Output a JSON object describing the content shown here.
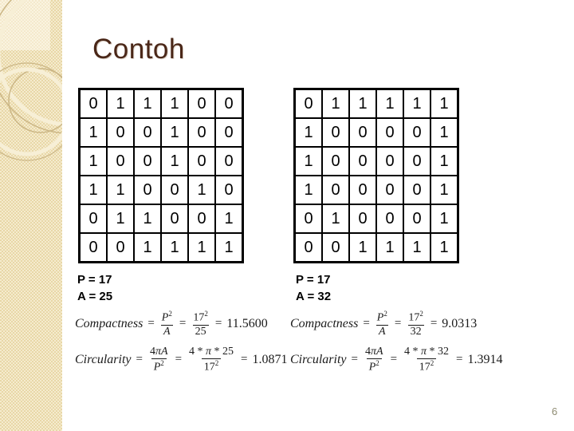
{
  "slide": {
    "title": "Contoh",
    "page_number": "6"
  },
  "symbols": {
    "equals": "="
  },
  "colors": {
    "title": "#4A2718",
    "sidebar_base": "#E8D7A7",
    "sidebar_check": "#F1E8CC",
    "sidebar_square": "#F4ECD3",
    "circle_cream": "#F7EFD6",
    "circle_tan": "#CBB685",
    "table_border": "#000000",
    "formula_text": "#1B1B1B",
    "page_number": "#8E8B72"
  },
  "matrices": {
    "left": {
      "grid": [
        [
          0,
          1,
          1,
          1,
          0,
          0
        ],
        [
          1,
          0,
          0,
          1,
          0,
          0
        ],
        [
          1,
          0,
          0,
          1,
          0,
          0
        ],
        [
          1,
          1,
          0,
          0,
          1,
          0
        ],
        [
          0,
          1,
          1,
          0,
          0,
          1
        ],
        [
          0,
          0,
          1,
          1,
          1,
          1
        ]
      ],
      "perimeter_label": "P = 17",
      "area_label": "A = 25",
      "formulas": [
        {
          "name": "Compactness",
          "terms": [
            {
              "num": "P^2",
              "den": "A"
            },
            {
              "num": "17^2",
              "den": "25"
            }
          ],
          "result": "11.5600"
        },
        {
          "name": "Circularity",
          "terms": [
            {
              "num": "4πA",
              "den": "P^2"
            },
            {
              "num": "4 * π * 25",
              "den": "17^2"
            }
          ],
          "result": "1.0871"
        }
      ]
    },
    "right": {
      "grid": [
        [
          0,
          1,
          1,
          1,
          1,
          1
        ],
        [
          1,
          0,
          0,
          0,
          0,
          1
        ],
        [
          1,
          0,
          0,
          0,
          0,
          1
        ],
        [
          1,
          0,
          0,
          0,
          0,
          1
        ],
        [
          0,
          1,
          0,
          0,
          0,
          1
        ],
        [
          0,
          0,
          1,
          1,
          1,
          1
        ]
      ],
      "perimeter_label": "P = 17",
      "area_label": "A = 32",
      "formulas": [
        {
          "name": "Compactness",
          "terms": [
            {
              "num": "P^2",
              "den": "A"
            },
            {
              "num": "17^2",
              "den": "32"
            }
          ],
          "result": "9.0313"
        },
        {
          "name": "Circularity",
          "terms": [
            {
              "num": "4πA",
              "den": "P^2"
            },
            {
              "num": "4 * π * 32",
              "den": "17^2"
            }
          ],
          "result": "1.3914"
        }
      ]
    }
  }
}
